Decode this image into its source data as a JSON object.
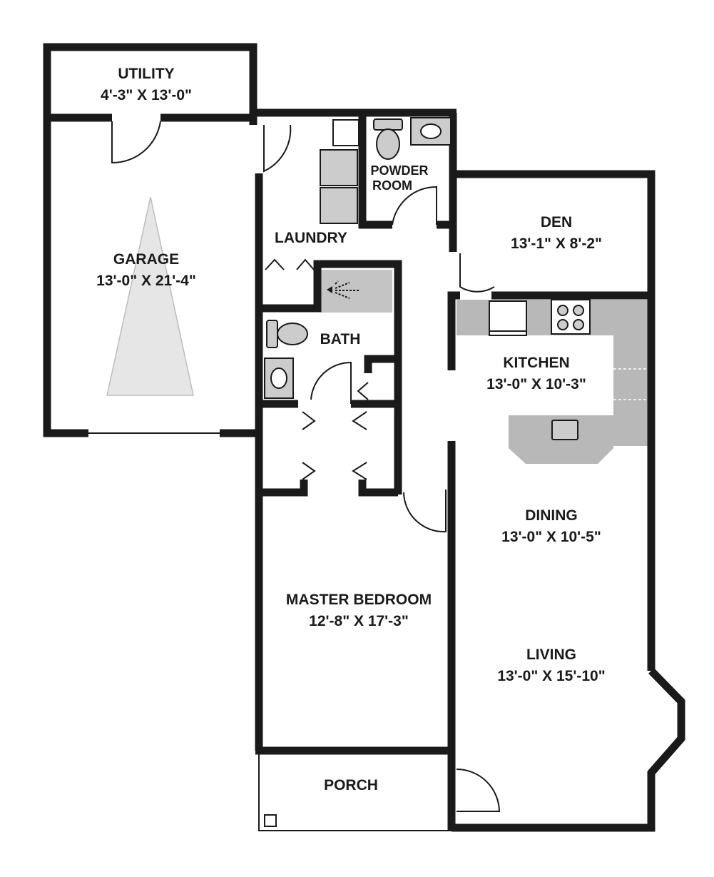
{
  "rooms": {
    "utility": {
      "name": "UTILITY",
      "size": "4'-3\" X 13'-0\""
    },
    "garage": {
      "name": "GARAGE",
      "size": "13'-0\" X 21'-4\""
    },
    "laundry": {
      "name": "LAUNDRY"
    },
    "powder": {
      "name_line1": "POWDER",
      "name_line2": "ROOM"
    },
    "den": {
      "name": "DEN",
      "size": "13'-1\" X 8'-2\""
    },
    "bath": {
      "name": "BATH"
    },
    "kitchen": {
      "name": "KITCHEN",
      "size": "13'-0\" X 10'-3\""
    },
    "dining": {
      "name": "DINING",
      "size": "13'-0\" X 10'-5\""
    },
    "master": {
      "name": "MASTER BEDROOM",
      "size": "12'-8\" X 17'-3\""
    },
    "living": {
      "name": "LIVING",
      "size": "13'-0\" X 15'-10\""
    },
    "porch": {
      "name": "PORCH"
    }
  },
  "colors": {
    "wall": "#1a1a1a",
    "counter": "#b8b8b8",
    "fixture": "#cccccc",
    "garage_cone": "#e6e6e6"
  },
  "icons": [
    "toilet-icon",
    "sink-icon",
    "washer-icon",
    "dryer-icon",
    "range-icon",
    "shower-icon",
    "fridge-icon",
    "water-heater-icon"
  ]
}
